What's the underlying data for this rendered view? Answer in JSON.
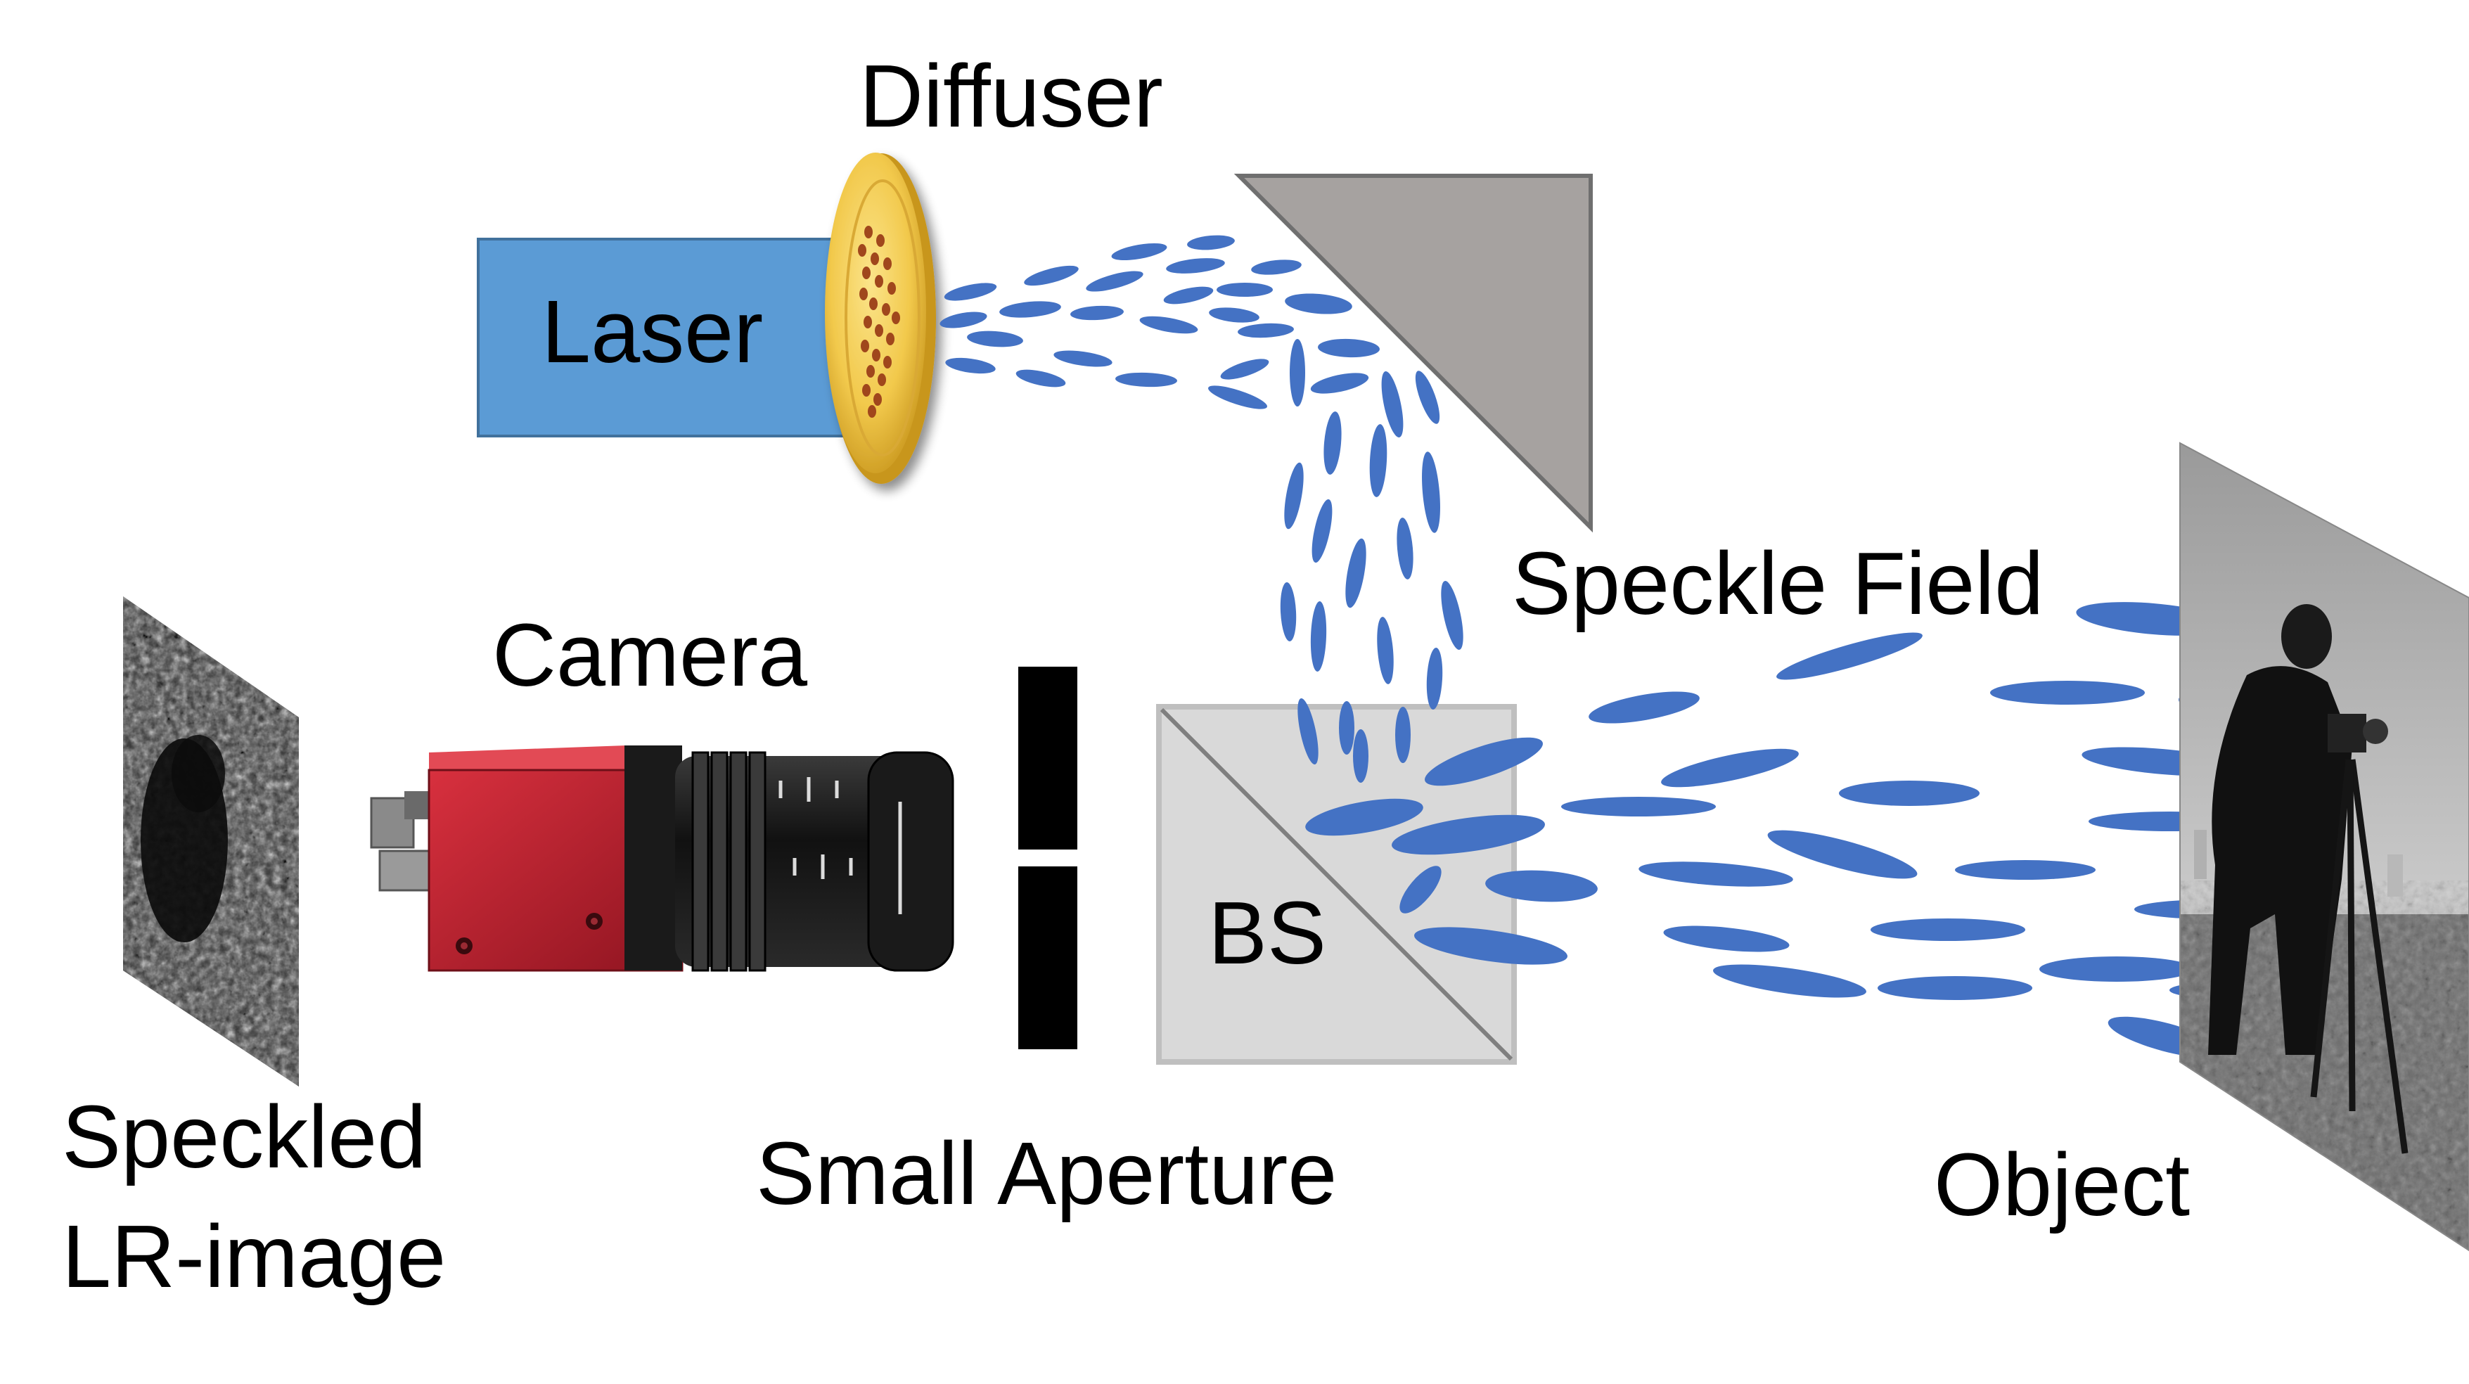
{
  "labels": {
    "diffuser": "Diffuser",
    "laser": "Laser",
    "speckle_field": "Speckle Field",
    "camera": "Camera",
    "bs": "BS",
    "small_aperture": "Small Aperture",
    "object": "Object",
    "speckled_line1": "Speckled",
    "speckled_line2": "LR-image"
  },
  "colors": {
    "laser_box": "#5b9bd5",
    "speckle": "#4472c4",
    "diffuser_gold": "#f2c94c",
    "mirror": "#a6a6a6",
    "beam_splitter": "#d9d9d9",
    "camera_body": "#c0202e",
    "aperture": "#000000"
  },
  "icons": {
    "camera": "camera-icon",
    "object_image": "cameraman-photo",
    "speckle_image": "speckled-noise-image"
  }
}
